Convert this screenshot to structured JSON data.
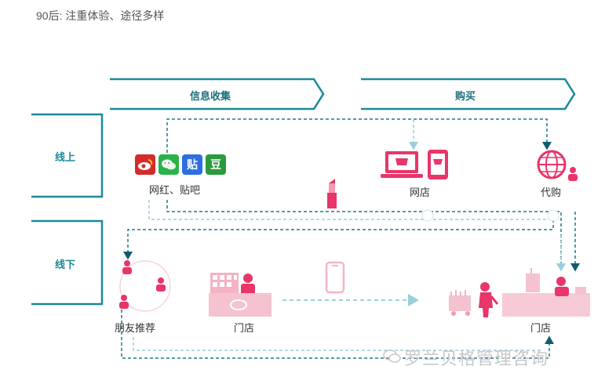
{
  "title": "90后: 注重体验、途径多样",
  "stages": {
    "info": "信息收集",
    "buy": "购买"
  },
  "rows": {
    "online": "线上",
    "offline": "线下"
  },
  "nodes": {
    "social": "网红、贴吧",
    "online_shop": "网店",
    "daigou": "代购",
    "friends": "朋友推荐",
    "store_left": "门店",
    "store_right": "门店"
  },
  "social_icons": {
    "tieba_glyph": "贴",
    "douban_glyph": "豆"
  },
  "watermark": "罗兰贝格管理咨询",
  "colors": {
    "accent_teal": "#1a8a9a",
    "dark_teal": "#0d5f6c",
    "pink": "#e8356a",
    "light_pink": "#f5b6c4",
    "light_blue": "#b9dbe6",
    "weibo": "#d52b2b",
    "wechat": "#2ab24a",
    "tieba": "#2d6ee0",
    "douban": "#2a9a3c"
  }
}
